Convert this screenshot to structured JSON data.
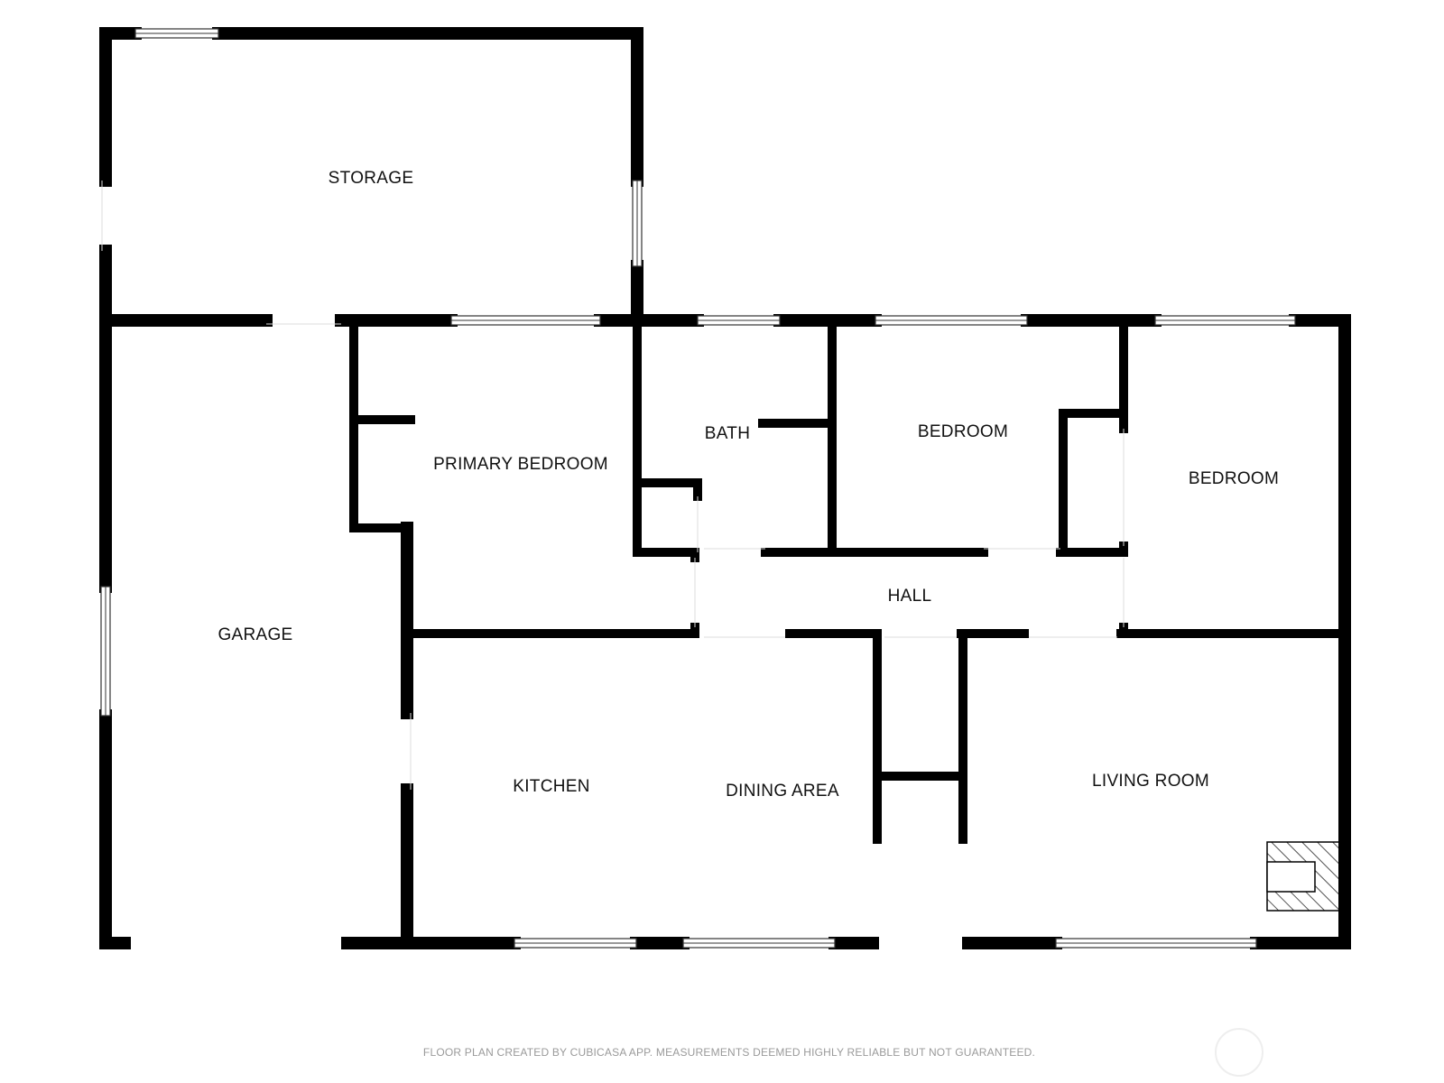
{
  "rooms": {
    "storage": "STORAGE",
    "garage": "GARAGE",
    "primary_bedroom": "PRIMARY BEDROOM",
    "bath": "BATH",
    "bedroom_1": "BEDROOM",
    "bedroom_2": "BEDROOM",
    "hall": "HALL",
    "kitchen": "KITCHEN",
    "dining_area": "DINING AREA",
    "living_room": "LIVING ROOM"
  },
  "footer": {
    "disclaimer": "FLOOR PLAN CREATED BY CUBICASA APP. MEASUREMENTS DEEMED HIGHLY RELIABLE BUT NOT GUARANTEED."
  },
  "colors": {
    "wall": "#000000",
    "background": "#ffffff",
    "footer_text": "#9a9a9a"
  },
  "icons": {
    "fireplace": "fireplace-icon",
    "watermark": "cubicasa-logo-icon"
  }
}
